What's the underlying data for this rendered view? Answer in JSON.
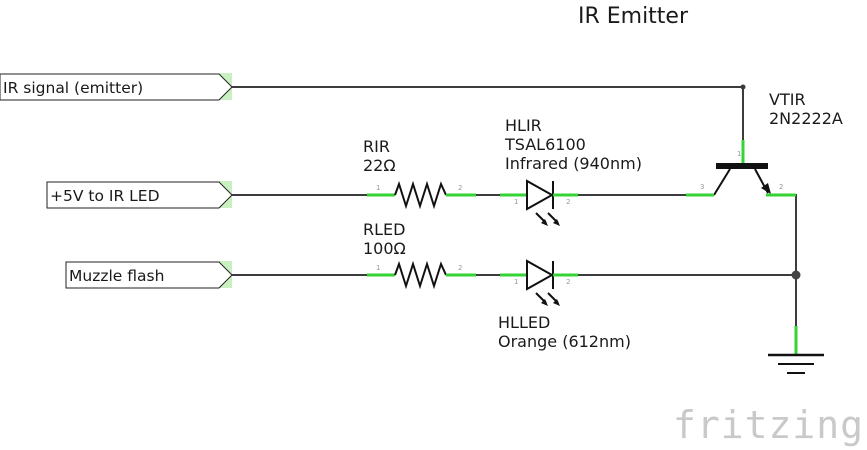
{
  "title": "IR Emitter",
  "ports": [
    {
      "id": "ir_signal",
      "label": "IR signal (emitter)"
    },
    {
      "id": "led_5v",
      "label": "+5V to IR LED"
    },
    {
      "id": "muzzle",
      "label": "Muzzle flash"
    }
  ],
  "components": {
    "transistor": {
      "ref": "VTIR",
      "value": "2N2222A"
    },
    "resistor_ir": {
      "ref": "RIR",
      "value": "22Ω"
    },
    "resistor_led": {
      "ref": "RLED",
      "value": "100Ω"
    },
    "led_ir": {
      "ref": "HLIR",
      "value": "TSAL6100",
      "desc": "Infrared (940nm)"
    },
    "led_orange": {
      "ref": "HLLED",
      "value": "Orange (612nm)"
    }
  },
  "pins": {
    "one": "1",
    "two": "2",
    "three": "3"
  },
  "branding": {
    "logo": "fritzing"
  },
  "colors": {
    "wire": "#3c3c3c",
    "pin_highlight": "#36d336",
    "port_fill": "#c8f0c0"
  }
}
